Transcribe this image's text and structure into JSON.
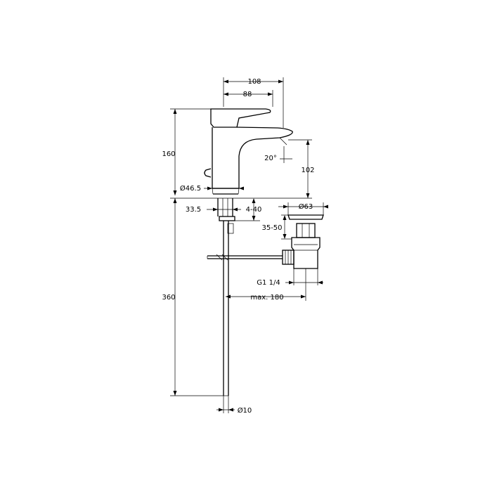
{
  "drawing": {
    "line_color": "#000000",
    "background": "#ffffff",
    "dimensions": {
      "width_108": "108",
      "width_88": "88",
      "height_160": "160",
      "angle_20": "20°",
      "height_102": "102",
      "diameter_46_5": "Ø46.5",
      "offset_33_5": "33.5",
      "range_4_40": "4-40",
      "diameter_63": "Ø63",
      "range_35_50": "35-50",
      "height_360": "360",
      "thread_g1_1_4": "G1 1/4",
      "max_180": "max. 180",
      "diameter_10": "Ø10"
    }
  }
}
